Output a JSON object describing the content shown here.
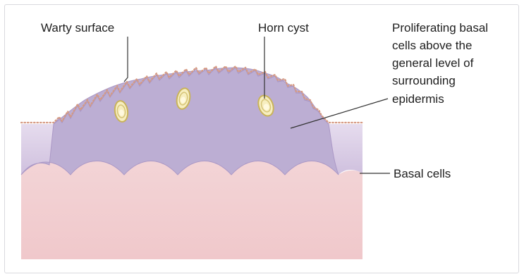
{
  "labels": {
    "warty_surface": "Warty surface",
    "horn_cyst": "Horn cyst",
    "proliferating": [
      "Proliferating basal",
      "cells above the",
      "general level of",
      "surrounding",
      "epidermis"
    ],
    "basal_cells": "Basal cells"
  },
  "colors": {
    "dermis_top": "#f3d4d6",
    "dermis_bottom": "#f0c8cb",
    "lesion": "#bcaed3",
    "lesion_edge": "#a996c4",
    "epidermis_side": "#ddd0e6",
    "surface_dots": "#d69a82",
    "cyst_outer": "#c9b35a",
    "cyst_inner": "#fff6d0",
    "leader_line": "#333333"
  }
}
